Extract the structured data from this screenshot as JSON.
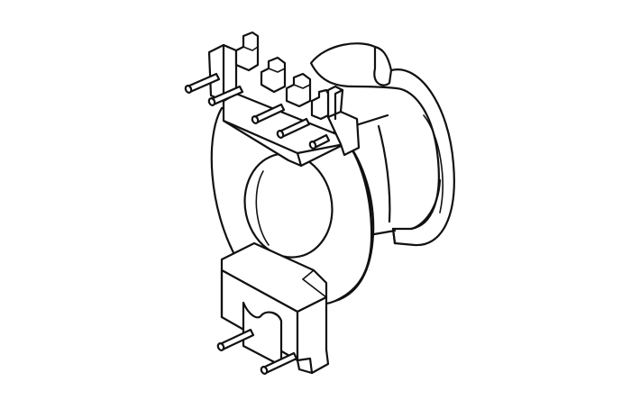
{
  "figure": {
    "subject": "bobbin-illustration",
    "line_color": "#111111",
    "background_color": "#ffffff",
    "top_pin_count": 5,
    "bottom_pin_count": 2
  }
}
